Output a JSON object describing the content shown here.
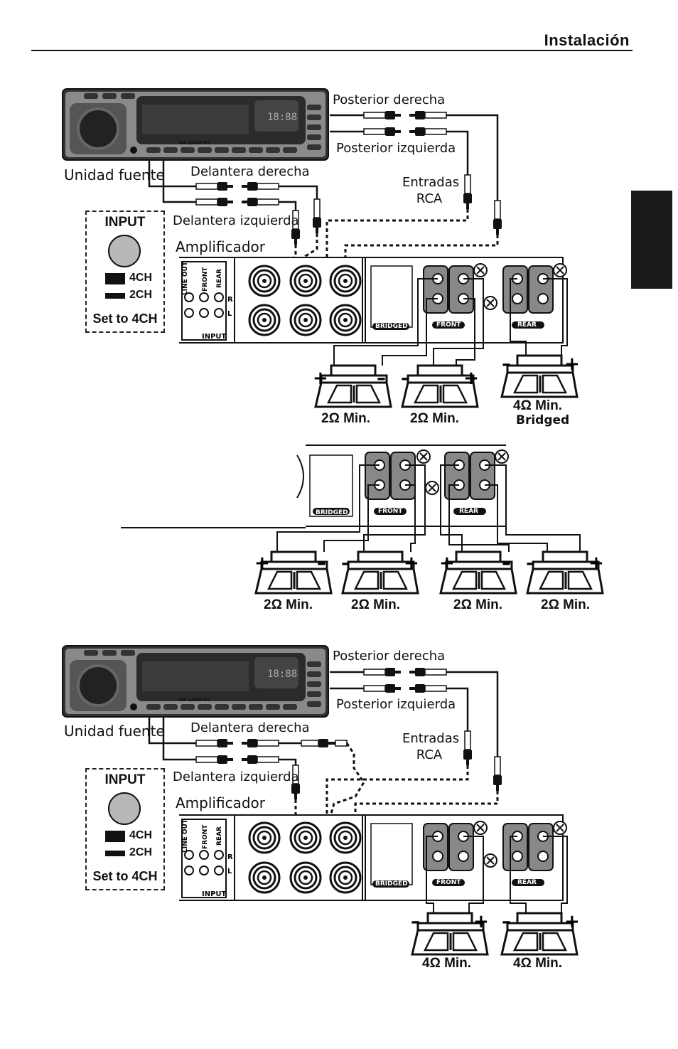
{
  "header": {
    "title": "Instalación"
  },
  "labels": {
    "rear_right": "Posterior derecha",
    "rear_left": "Posterior izquierda",
    "source_unit": "Unidad fuente",
    "front_right": "Delantera derecha",
    "front_left": "Delantera izquierda",
    "rca_inputs_line1": "Entradas",
    "rca_inputs_line2": "RCA",
    "amplifier": "Amplificador"
  },
  "input_switch": {
    "title": "INPUT",
    "option_4ch": "4CH",
    "option_2ch": "2CH",
    "instruction": "Set to 4CH"
  },
  "amp_panel": {
    "line_out": "LINE OUT",
    "front": "FRONT",
    "rear": "REAR",
    "input": "INPUT",
    "r": "R",
    "l": "L",
    "bridged": "BRIDGED",
    "front_badge": "FRONT",
    "rear_badge": "REAR"
  },
  "head_unit": {
    "brand": "MB QUARTET"
  },
  "diagram1": {
    "loads": [
      "2Ω Min.",
      "2Ω Min.",
      "4Ω Min."
    ],
    "bridged_note": "Bridged"
  },
  "diagram2": {
    "loads": [
      "2Ω Min.",
      "2Ω Min.",
      "2Ω Min.",
      "2Ω Min."
    ]
  },
  "diagram3": {
    "loads": [
      "4Ω Min.",
      "4Ω Min."
    ]
  },
  "colors": {
    "ink": "#111111",
    "panel_grey": "#8a8a8a",
    "tab": "#1a1a1a"
  }
}
